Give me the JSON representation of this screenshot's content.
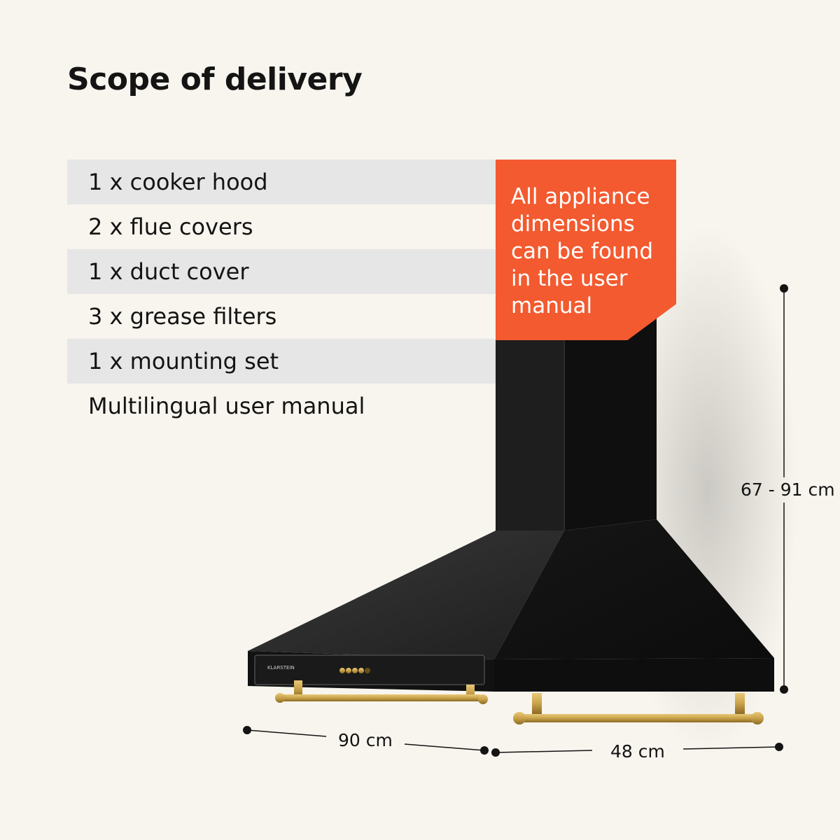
{
  "title": "Scope of delivery",
  "items": [
    "1 x cooker hood",
    "2 x flue covers",
    "1 x duct cover",
    "3 x grease filters",
    "1 x mounting set",
    "Multilingual user manual"
  ],
  "note": "All appliance dimensions can be found in the user manual",
  "dimensions": {
    "height": "67 - 91 cm",
    "width": "90 cm",
    "depth": "48 cm"
  },
  "brand": "KLARSTEIN",
  "colors": {
    "background": "#f8f5ee",
    "accent": "#f35a2f",
    "row_shade": "#e6e6e6",
    "hood": "#1c1c1c",
    "brass": "#c9a24a"
  }
}
